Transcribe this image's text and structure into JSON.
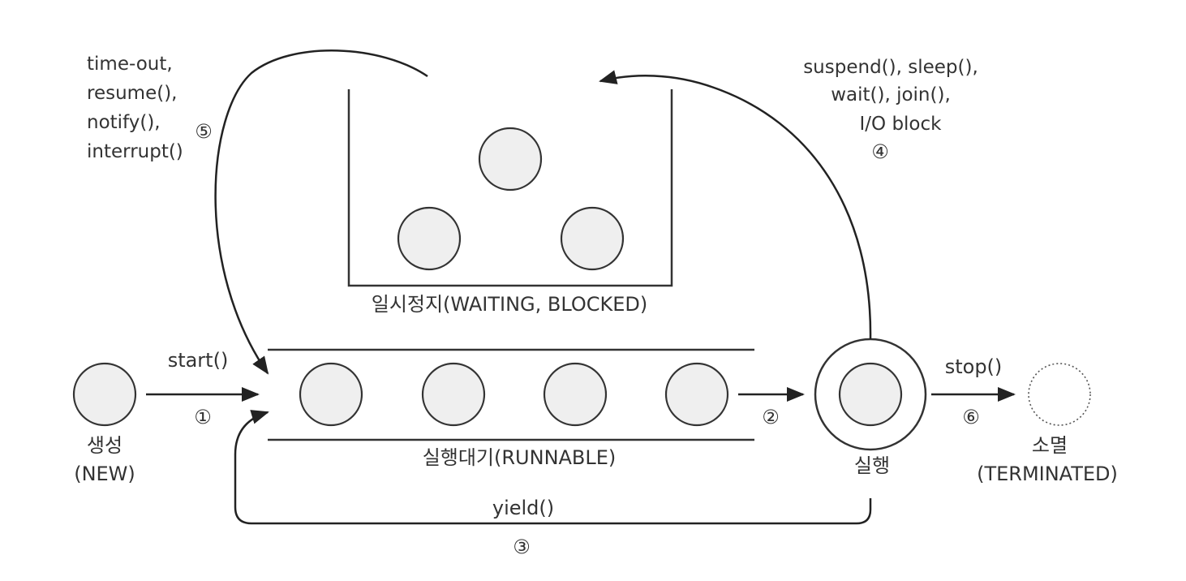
{
  "states": {
    "new": {
      "name": "생성",
      "en": "(NEW)"
    },
    "runnable": {
      "label": "실행대기(RUNNABLE)"
    },
    "running": {
      "name": "실행"
    },
    "waiting": {
      "label": "일시정지(WAITING, BLOCKED)"
    },
    "terminated": {
      "name": "소멸",
      "en": "(TERMINATED)"
    }
  },
  "transitions": {
    "t1": {
      "num": "①",
      "label": "start()"
    },
    "t2": {
      "num": "②"
    },
    "t3": {
      "num": "③",
      "label": "yield()"
    },
    "t4": {
      "num": "④",
      "lines": [
        "suspend(), sleep(),",
        "wait(), join(),",
        "I/O block"
      ]
    },
    "t5": {
      "num": "⑤",
      "lines": [
        "time-out,",
        "resume(),",
        "notify(),",
        "interrupt()"
      ]
    },
    "t6": {
      "num": "⑥",
      "label": "stop()"
    }
  },
  "counts": {
    "runnable_threads": 4,
    "waiting_threads": 3
  },
  "colors": {
    "stroke": "#333333",
    "thread_fill": "#efefef",
    "text": "#333333"
  }
}
